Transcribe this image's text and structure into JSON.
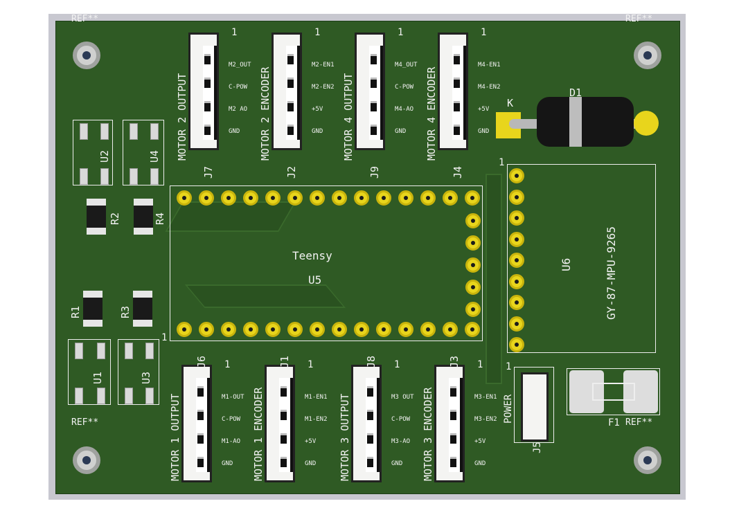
{
  "refs": [
    "REF**",
    "REF**",
    "REF**",
    "REF**"
  ],
  "top_connectors": [
    {
      "ref": "J7",
      "title": "MOTOR 2 OUTPUT",
      "pin1": "1",
      "pins": [
        "M2_OUT",
        "C-POW",
        "M2 AO",
        "GND"
      ]
    },
    {
      "ref": "J2",
      "title": "MOTOR 2 ENCODER",
      "pin1": "1",
      "pins": [
        "M2-EN1",
        "M2-EN2",
        "+5V",
        "GND"
      ]
    },
    {
      "ref": "J9",
      "title": "MOTOR 4 OUTPUT",
      "pin1": "1",
      "pins": [
        "M4_OUT",
        "C-POW",
        "M4-AO",
        "GND"
      ]
    },
    {
      "ref": "J4",
      "title": "MOTOR 4 ENCODER",
      "pin1": "1",
      "pins": [
        "M4-EN1",
        "M4-EN2",
        "+5V",
        "GND"
      ]
    }
  ],
  "bottom_connectors": [
    {
      "ref": "J6",
      "title": "MOTOR 1 OUTPUT",
      "pin1": "1",
      "pins": [
        "M1-OUT",
        "C-POW",
        "M1-AO",
        "GND"
      ]
    },
    {
      "ref": "J1",
      "title": "MOTOR 1 ENCODER",
      "pin1": "1",
      "pins": [
        "M1-EN1",
        "M1-EN2",
        "+5V",
        "GND"
      ]
    },
    {
      "ref": "J8",
      "title": "MOTOR 3 OUTPUT",
      "pin1": "1",
      "pins": [
        "M3 OUT",
        "C-POW",
        "M3-AO",
        "GND"
      ]
    },
    {
      "ref": "J3",
      "title": "MOTOR 3 ENCODER",
      "pin1": "1",
      "pins": [
        "M3-EN1",
        "M3-EN2",
        "+5V",
        "GND"
      ]
    }
  ],
  "ics": {
    "u2": "U2",
    "u4": "U4",
    "u1": "U1",
    "u3": "U3"
  },
  "resistors": {
    "r1": "R1",
    "r2": "R2",
    "r3": "R3",
    "r4": "R4"
  },
  "teensy": {
    "name": "Teensy",
    "ref": "U5",
    "pin1": "1"
  },
  "imu": {
    "ref": "U6",
    "name": "GY-87-MPU-9265",
    "pin1": "1"
  },
  "diode": {
    "ref": "D1",
    "cathode": "K"
  },
  "power": {
    "title": "POWER",
    "ref": "J5",
    "pin1": "1"
  },
  "fuse": {
    "ref": "F1"
  },
  "colors": {
    "board": "#2f5a24",
    "pad": "#e8d51c",
    "silk": "#f2f2f2"
  }
}
